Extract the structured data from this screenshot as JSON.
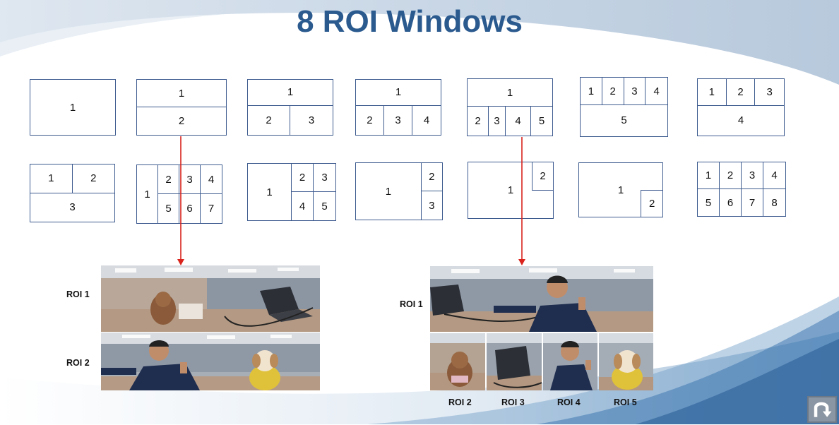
{
  "slide": {
    "title": "8 ROI Windows"
  },
  "layouts": {
    "l1": [
      "1"
    ],
    "l2": [
      "1",
      "2"
    ],
    "l3": [
      "1",
      "2",
      "3"
    ],
    "l4": [
      "1",
      "2",
      "3",
      "4"
    ],
    "l5": [
      "1",
      "2",
      "3",
      "4",
      "5"
    ],
    "l6": [
      "1",
      "2",
      "3",
      "4",
      "5"
    ],
    "l7": [
      "1",
      "2",
      "3",
      "4"
    ],
    "l8": [
      "1",
      "2",
      "3"
    ],
    "l9": [
      "1",
      "2",
      "3",
      "4",
      "5",
      "6",
      "7"
    ],
    "l10": [
      "1",
      "2",
      "3",
      "4",
      "5"
    ],
    "l11": [
      "1",
      "2",
      "3"
    ],
    "l12": [
      "1",
      "2"
    ],
    "l13": [
      "1",
      "2"
    ],
    "l14": [
      "1",
      "2",
      "3",
      "4",
      "5",
      "6",
      "7",
      "8"
    ]
  },
  "examples": {
    "left": {
      "roi1_label": "ROI 1",
      "roi2_label": "ROI 2"
    },
    "right": {
      "roi1_label": "ROI 1",
      "roi2_label": "ROI 2",
      "roi3_label": "ROI 3",
      "roi4_label": "ROI 4",
      "roi5_label": "ROI 5"
    }
  },
  "colors": {
    "title": "#2b5a8f",
    "box_border": "#3d5b8f",
    "arrow": "#d9231c"
  },
  "icons": {
    "return": "u-turn-arrow-icon"
  }
}
